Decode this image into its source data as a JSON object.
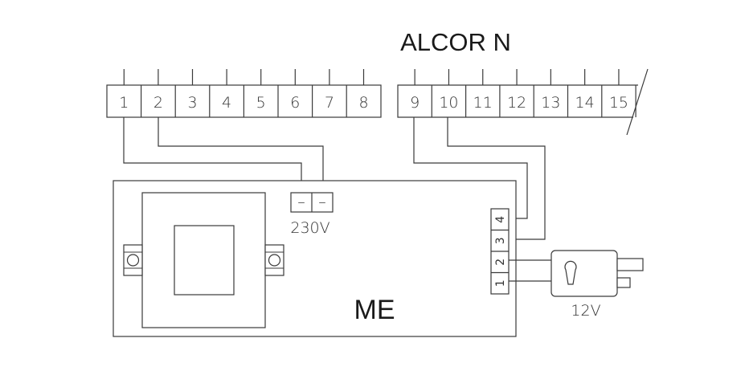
{
  "title": "ALCOR N",
  "terminals_left": [
    "1",
    "2",
    "3",
    "4",
    "5",
    "6",
    "7",
    "8"
  ],
  "terminals_right": [
    "9",
    "10",
    "11",
    "12",
    "13",
    "14",
    "15"
  ],
  "module_label": "ME",
  "power_connector": {
    "symbols": [
      "–",
      "–"
    ],
    "label": "230V"
  },
  "module_terminals": [
    "4",
    "3",
    "2",
    "1"
  ],
  "lock_label": "12V",
  "colors": {
    "line": "#3a3a3a",
    "background": "#ffffff"
  }
}
